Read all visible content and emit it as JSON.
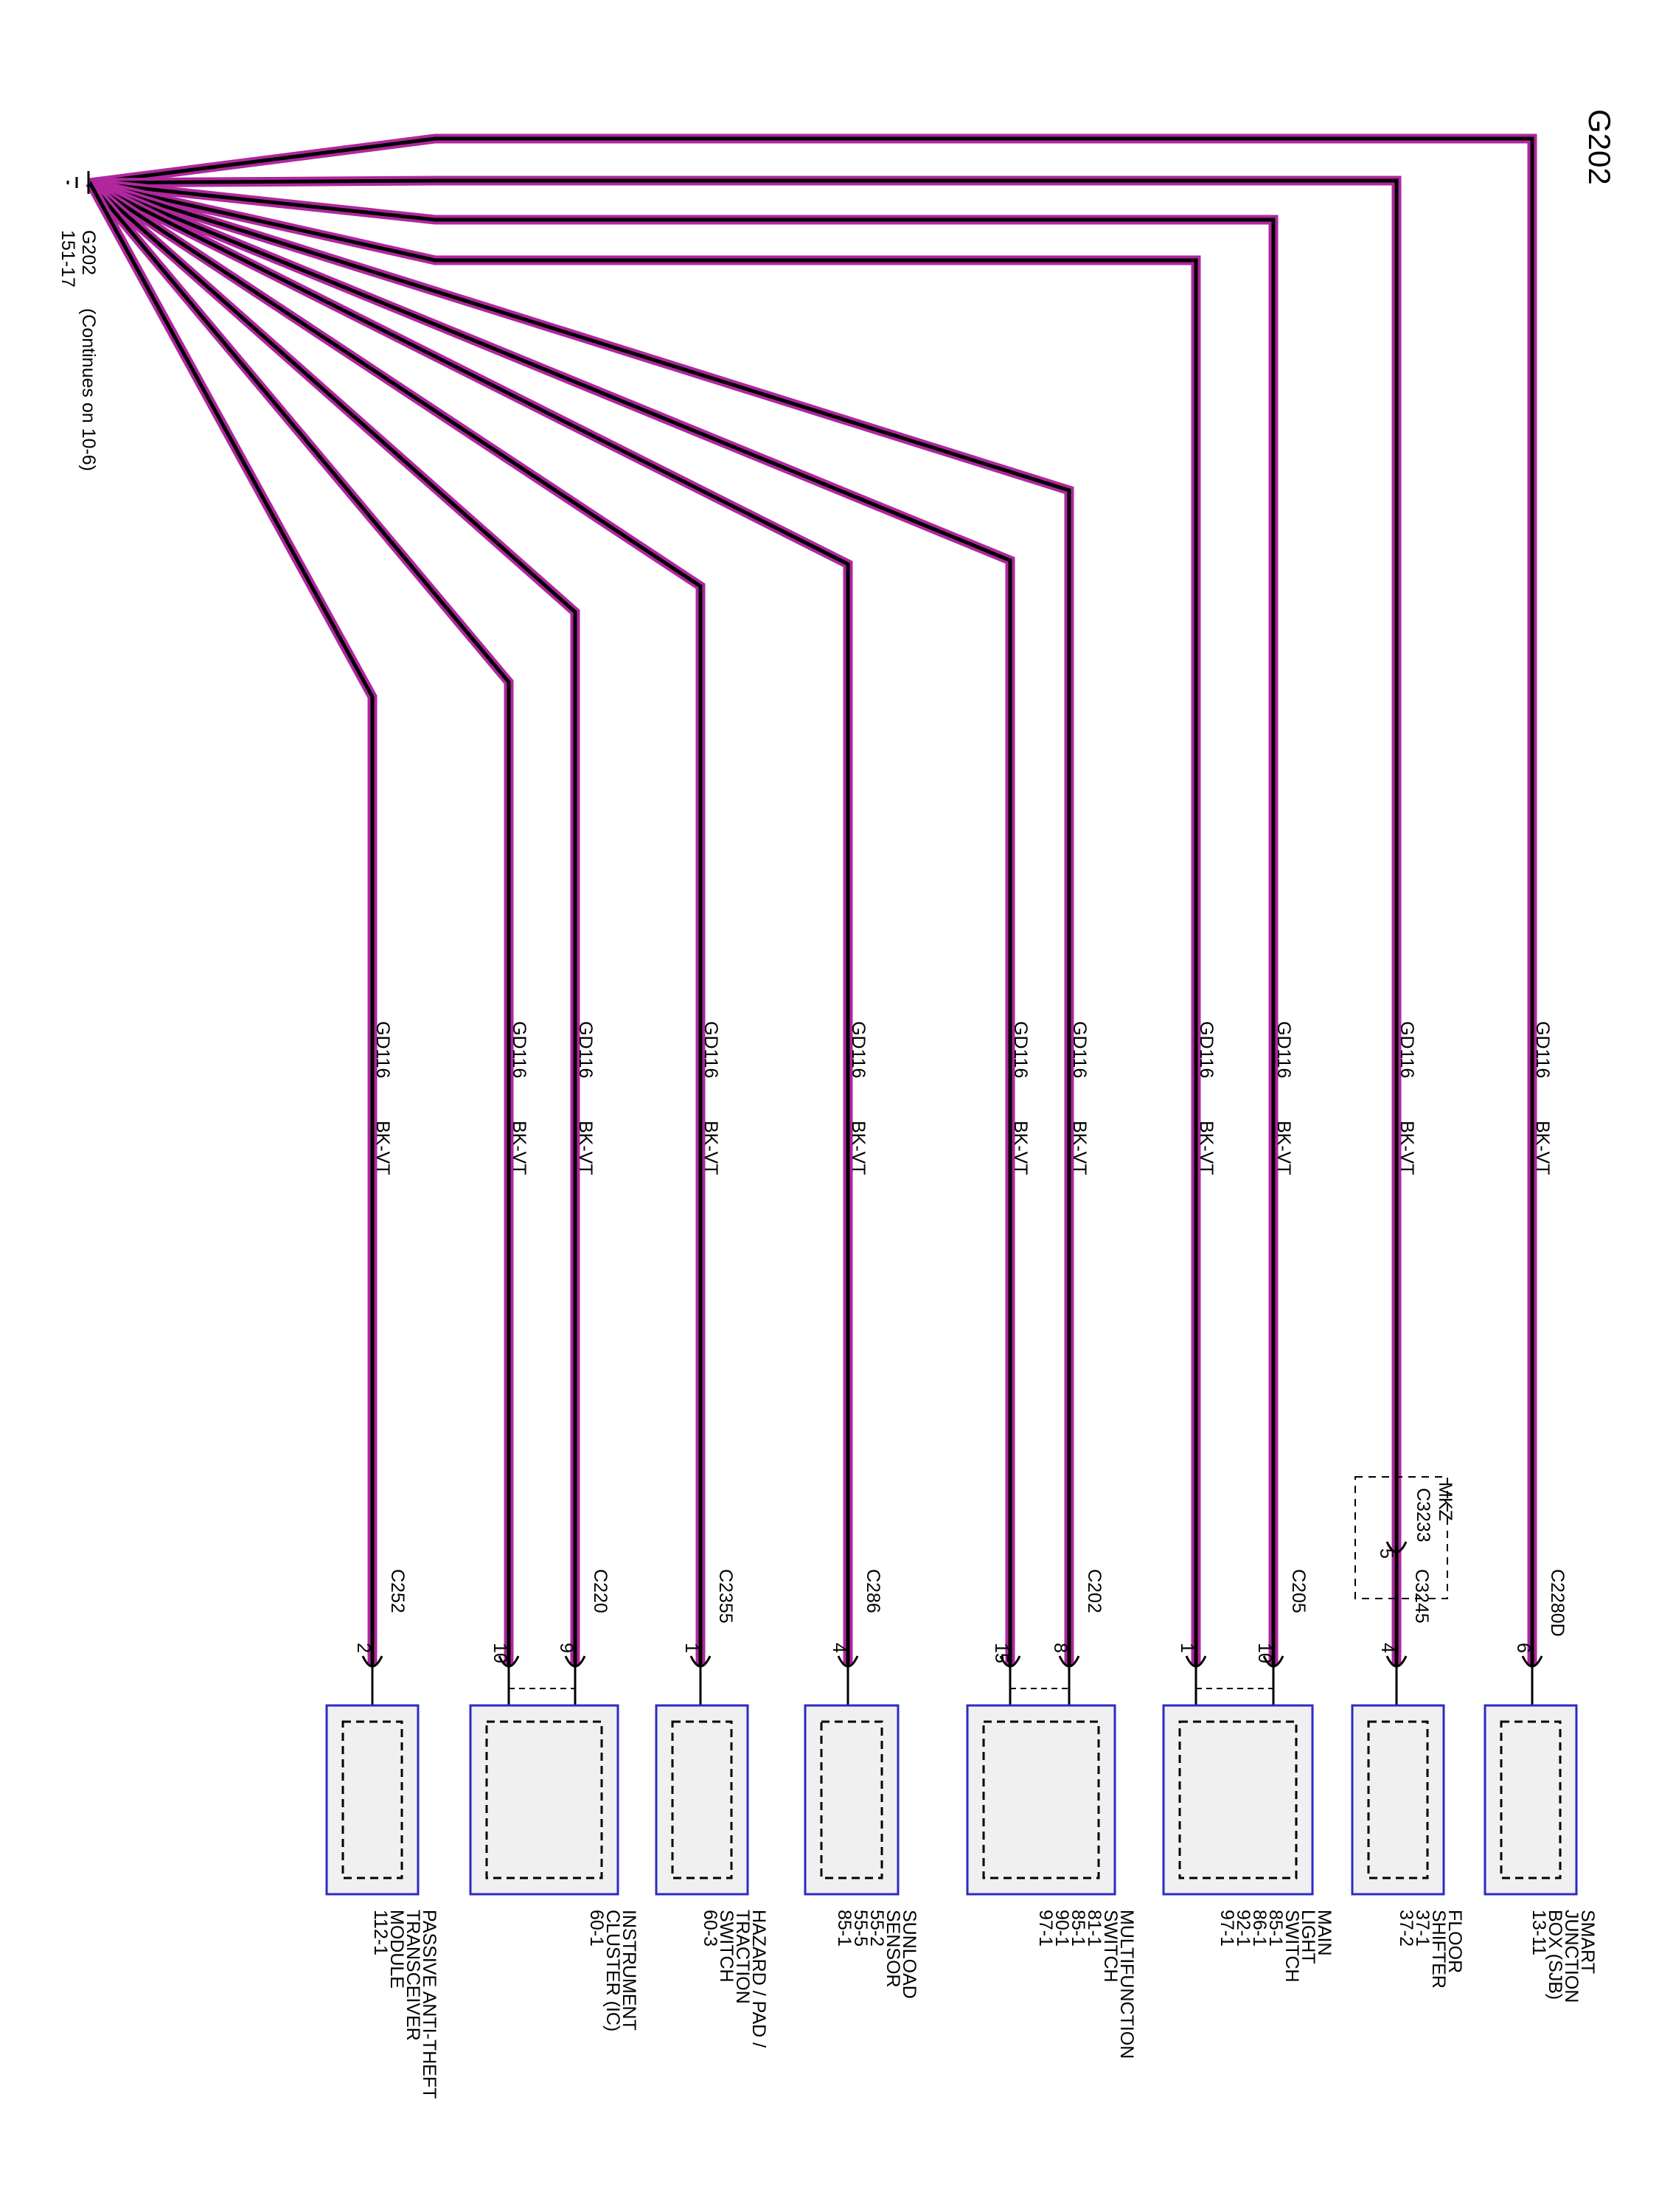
{
  "title": "G202",
  "ground": {
    "name": "G202",
    "ref": "151-17",
    "note": "(Continues on 10-6)"
  },
  "wire_colors": {
    "core": "#000000",
    "stripe": "#b0279e"
  },
  "wires": [
    {
      "id": "sjb",
      "circuit": "GD116",
      "color": "BK-VT",
      "connector": "C2280D",
      "pin": "6",
      "component": [
        "SMART",
        "JUNCTION",
        "BOX (SJB)",
        "13-11"
      ]
    },
    {
      "id": "floor-shifter",
      "circuit": "GD116",
      "color": "BK-VT",
      "connector": "C3245",
      "pin": "4",
      "inline": {
        "name": "C3233",
        "pin": "5",
        "variant": "MKZ"
      },
      "component": [
        "FLOOR",
        "SHIFTER",
        "37-1",
        "37-2"
      ]
    },
    {
      "id": "main-light-a",
      "circuit": "GD116",
      "color": "BK-VT",
      "connector": "C205",
      "pin": "10",
      "component": [
        "MAIN",
        "LIGHT",
        "SWITCH",
        "85-1",
        "86-1",
        "92-1",
        "97-1"
      ]
    },
    {
      "id": "main-light-b",
      "circuit": "GD116",
      "color": "BK-VT",
      "connector": "",
      "pin": "1",
      "component": []
    },
    {
      "id": "multifunction-a",
      "circuit": "GD116",
      "color": "BK-VT",
      "connector": "C202",
      "pin": "8",
      "component": [
        "MULTIFUNCTION",
        "SWITCH",
        "81-1",
        "85-1",
        "90-1",
        "97-1"
      ]
    },
    {
      "id": "multifunction-b",
      "circuit": "GD116",
      "color": "BK-VT",
      "connector": "",
      "pin": "15",
      "component": []
    },
    {
      "id": "sunload",
      "circuit": "GD116",
      "color": "BK-VT",
      "connector": "C286",
      "pin": "4",
      "component": [
        "SUNLOAD",
        "SENSOR",
        "55-2",
        "55-5",
        "85-1"
      ]
    },
    {
      "id": "hazard",
      "circuit": "GD116",
      "color": "BK-VT",
      "connector": "C2355",
      "pin": "1",
      "component": [
        "HAZARD / PAD /",
        "TRACTION",
        "SWITCH",
        "60-3"
      ]
    },
    {
      "id": "cluster-a",
      "circuit": "GD116",
      "color": "BK-VT",
      "connector": "C220",
      "pin": "9",
      "component": [
        "INSTRUMENT",
        "CLUSTER (IC)",
        "60-1"
      ]
    },
    {
      "id": "cluster-b",
      "circuit": "GD116",
      "color": "BK-VT",
      "connector": "",
      "pin": "10",
      "component": []
    },
    {
      "id": "pats",
      "circuit": "GD116",
      "color": "BK-VT",
      "connector": "C252",
      "pin": "2",
      "component": [
        "PASSIVE ANTI-THEFT",
        "TRANSCEIVER",
        "MODULE",
        "112-1"
      ]
    }
  ]
}
